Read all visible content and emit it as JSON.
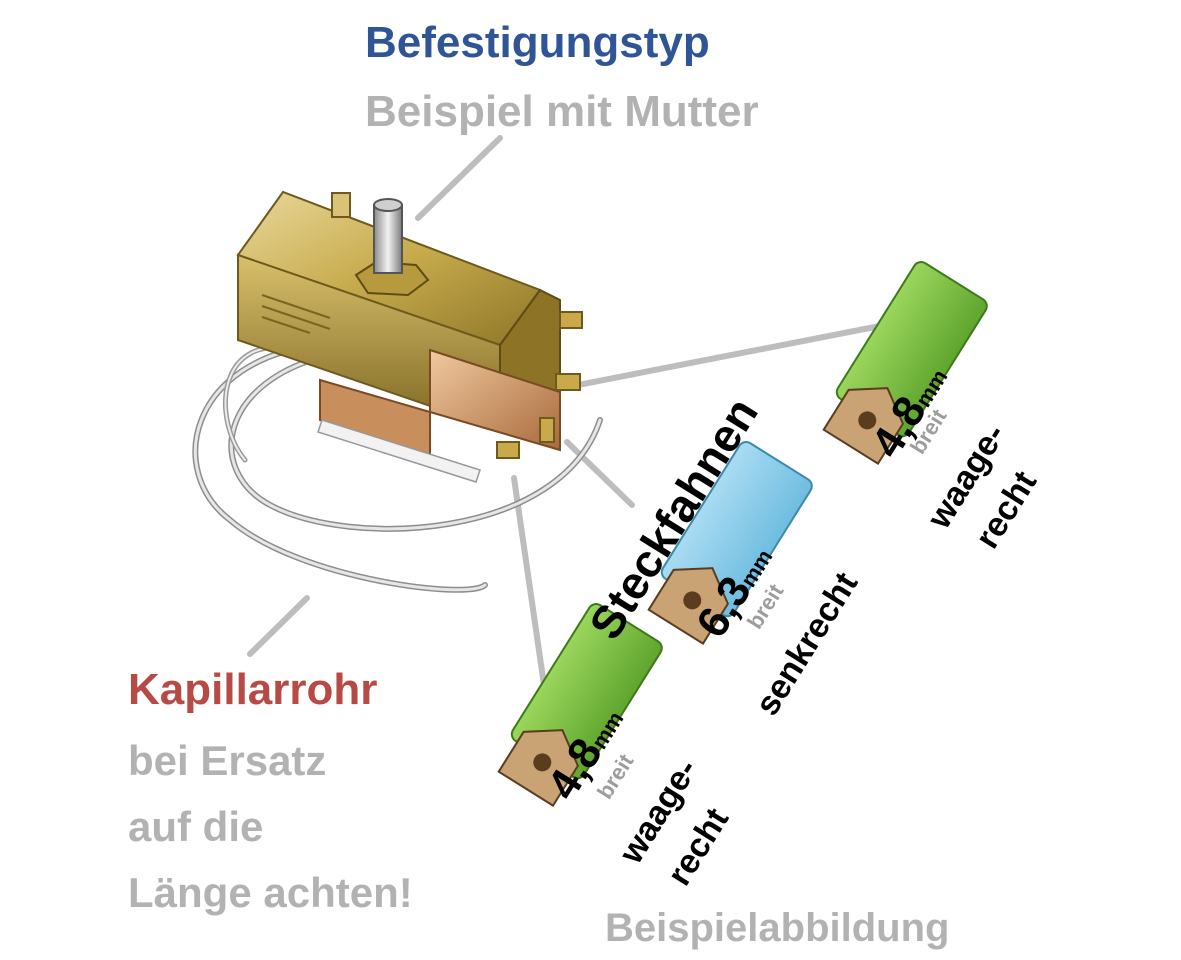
{
  "mounting": {
    "title": "Befestigungstyp",
    "subtitle": "Beispiel mit Mutter"
  },
  "capillary": {
    "title": "Kapillarrohr",
    "lines": [
      "bei Ersatz",
      "auf die",
      "Länge achten!"
    ]
  },
  "terminals": {
    "label": "Steckfahnen",
    "tabs": [
      {
        "size": "4,8",
        "unit": "mm",
        "width_label": "breit",
        "orientation": [
          "waage-",
          "recht"
        ],
        "color": "#7dc142"
      },
      {
        "size": "6,3",
        "unit": "mm",
        "width_label": "breit",
        "orientation": [
          "senkrecht"
        ],
        "color": "#8dd0ec"
      },
      {
        "size": "4,8",
        "unit": "mm",
        "width_label": "breit",
        "orientation": [
          "waage-",
          "recht"
        ],
        "color": "#7dc142"
      }
    ]
  },
  "footer": "Beispielabbildung",
  "colors": {
    "heading_blue": "#2f5597",
    "heading_red": "#b84a46",
    "caption_gray": "#b2b2b2",
    "leader_gray": "#bdbdbd",
    "brass": "#c9a94a"
  }
}
